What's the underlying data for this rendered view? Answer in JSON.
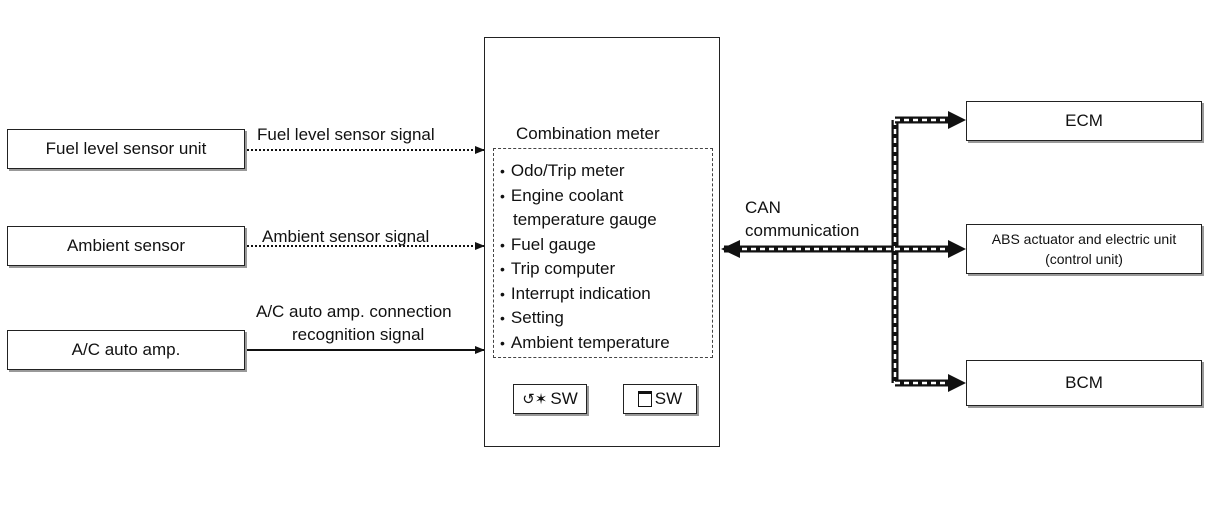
{
  "inputs": [
    {
      "label": "Fuel level sensor unit",
      "signal": [
        "Fuel level sensor signal"
      ]
    },
    {
      "label": "Ambient sensor",
      "signal": [
        "Ambient sensor signal"
      ]
    },
    {
      "label": "A/C auto amp.",
      "signal": [
        "A/C auto amp. connection",
        "recognition signal"
      ]
    }
  ],
  "meter": {
    "title": "Combination meter",
    "features": [
      "Odo/Trip meter",
      "Engine coolant",
      "temperature gauge",
      "Fuel  gauge",
      "Trip computer",
      "Interrupt indication",
      "Setting",
      "Ambient temperature"
    ],
    "switches": [
      {
        "label": "SW",
        "icon": "trip-reset-icon"
      },
      {
        "label": "SW",
        "icon": "display-select-icon"
      }
    ]
  },
  "can": {
    "label": [
      "CAN",
      "communication"
    ]
  },
  "outputs": [
    {
      "label": [
        "ECM"
      ]
    },
    {
      "label": [
        "ABS actuator and electric unit",
        "(control unit)"
      ]
    },
    {
      "label": [
        "BCM"
      ]
    }
  ]
}
